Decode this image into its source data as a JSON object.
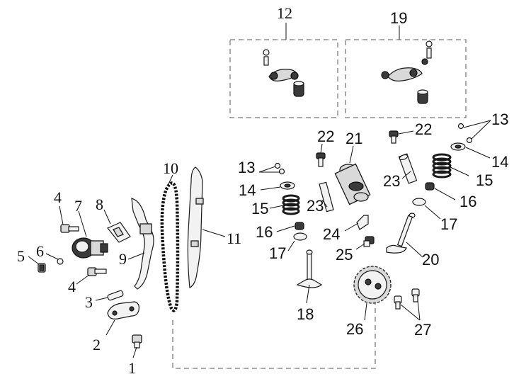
{
  "callouts": {
    "c1": "1",
    "c2": "2",
    "c3": "3",
    "c4a": "4",
    "c4b": "4",
    "c5": "5",
    "c6": "6",
    "c7": "7",
    "c8": "8",
    "c9": "9",
    "c10": "10",
    "c11": "11",
    "c12": "12",
    "c13a": "13",
    "c13b": "13",
    "c14a": "14",
    "c14b": "14",
    "c15a": "15",
    "c15b": "15",
    "c16a": "16",
    "c16b": "16",
    "c17a": "17",
    "c17b": "17",
    "c18": "18",
    "c19": "19",
    "c20": "20",
    "c21": "21",
    "c22a": "22",
    "c22b": "22",
    "c23a": "23",
    "c23b": "23",
    "c24": "24",
    "c25": "25",
    "c26": "26",
    "c27": "27"
  }
}
